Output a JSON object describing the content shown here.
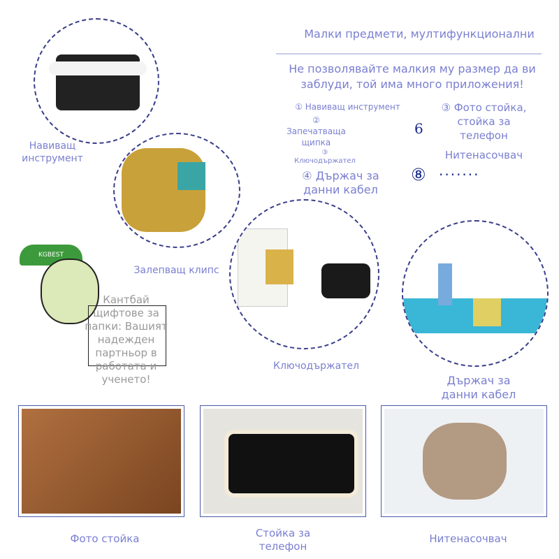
{
  "header": {
    "title": "Малки предмети, мултифункционални",
    "subtitle": "Не позволявайте малкия му размер да ви заблуди, той има много приложения!"
  },
  "features": {
    "f1": "① Навиващ инструмент",
    "f2": "②\nЗапечатваща щипка",
    "f3": "③\nКлючодържател",
    "f4": "④ Държач за данни кабел",
    "f5": "③ Фото стойка, стойка за телефон",
    "f6": "6",
    "f7": "Нитенасочвач",
    "f8": "⑧",
    "dots": "·······"
  },
  "labels": {
    "winder": "Навиващ инструмент",
    "seal": "Залепващ клипс",
    "keychain": "Ключодържател",
    "cable": "Държач за данни кабел",
    "photo": "Фото стойка",
    "phone": "Стойка за телефон",
    "thread": "Нитенасочвач"
  },
  "mascot": {
    "brand": "KGBEST",
    "slogan": "Кантбай щифтове за папки: Вашият надежден партньор в работата и ученето!"
  }
}
